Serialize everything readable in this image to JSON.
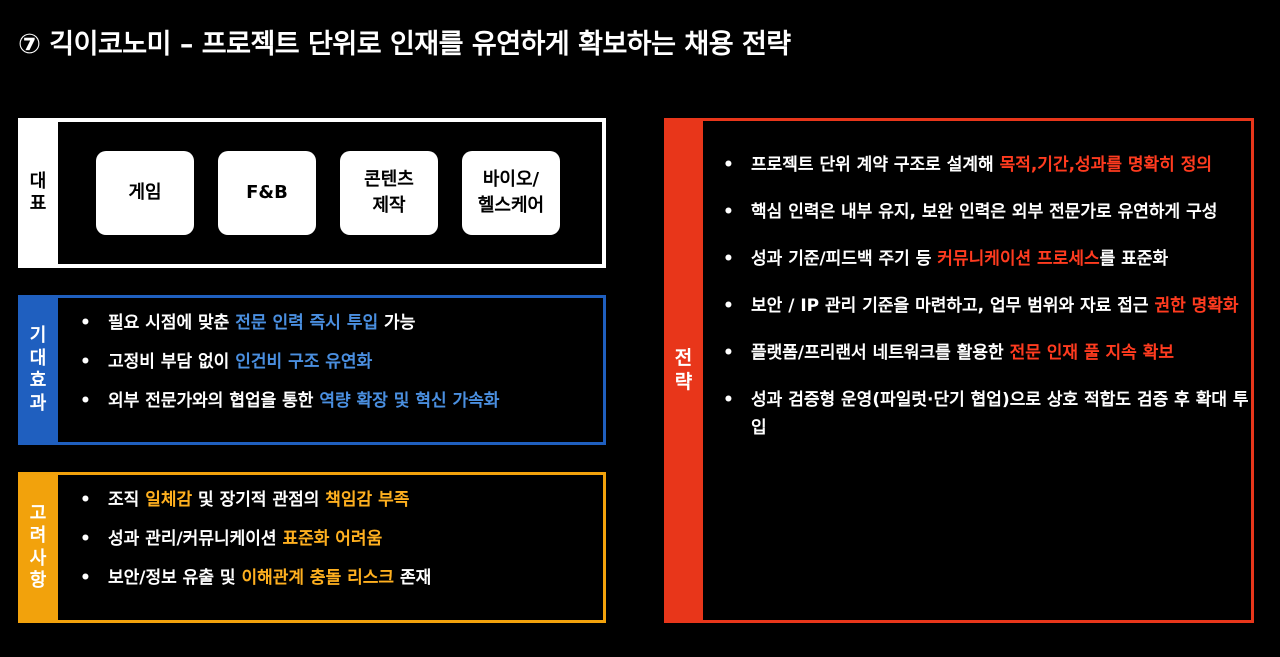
{
  "title": "⑦ 긱이코노미 – 프로젝트 단위로 인재를 유연하게 확보하는 채용 전략",
  "representative": {
    "label_chars": [
      "대",
      "표"
    ],
    "cards": [
      {
        "line1": "게임",
        "line2": ""
      },
      {
        "line1": "F&B",
        "line2": ""
      },
      {
        "line1": "콘텐츠",
        "line2": "제작"
      },
      {
        "line1": "바이오/",
        "line2": "헬스케어"
      }
    ]
  },
  "effects": {
    "label_chars": [
      "기",
      "대",
      "효",
      "과"
    ],
    "items": [
      {
        "pre": "필요 시점에 맞춘 ",
        "hl": "전문 인력 즉시 투입",
        "post": " 가능"
      },
      {
        "pre": "고정비 부담 없이 ",
        "hl": "인건비 구조 유연화",
        "post": ""
      },
      {
        "pre": "외부 전문가와의 협업을 통한 ",
        "hl": "역량 확장 및 혁신 가속화",
        "post": ""
      }
    ]
  },
  "considerations": {
    "label_chars": [
      "고",
      "려",
      "사",
      "항"
    ],
    "items": [
      {
        "pre": "조직 ",
        "hl": "일체감",
        "mid": " 및 장기적 관점의 ",
        "hl2": "책임감 부족",
        "post": ""
      },
      {
        "pre": "성과 관리/커뮤니케이션 ",
        "hl": "표준화 어려움",
        "mid": "",
        "hl2": "",
        "post": ""
      },
      {
        "pre": "보안/정보 유출 및 ",
        "hl": "이해관계 충돌 리스크",
        "mid": "",
        "hl2": "",
        "post": " 존재"
      }
    ]
  },
  "strategy": {
    "label_chars": [
      "전",
      "략"
    ],
    "bullet": "•",
    "items": [
      {
        "pre": "프로젝트 단위 계약 구조로 설계해 ",
        "hl": "목적,기간,성과를 명확히 정의",
        "post": ""
      },
      {
        "pre": "핵심 인력은 내부 유지, 보완 인력은 외부 전문가로 유연하게 구성",
        "hl": "",
        "post": ""
      },
      {
        "pre": "성과 기준/피드백 주기 등 ",
        "hl": "커뮤니케이션 프로세스",
        "post": "를 표준화"
      },
      {
        "pre": "보안 / IP 관리 기준을 마련하고, 업무 범위와 자료 접근 ",
        "hl": "권한 명확화",
        "post": ""
      },
      {
        "pre": "플랫폼/프리랜서 네트워크를 활용한 ",
        "hl": "전문 인재 풀 지속 확보",
        "post": ""
      },
      {
        "pre": "성과 검증형 운영(파일럿·단기 협업)으로 상호 적합도 검증 후 확대 투입",
        "hl": "",
        "post": ""
      }
    ]
  },
  "colors": {
    "effects_accent": "#1f5fbf",
    "considerations_accent": "#f2a20c",
    "strategy_accent": "#e8361a"
  }
}
